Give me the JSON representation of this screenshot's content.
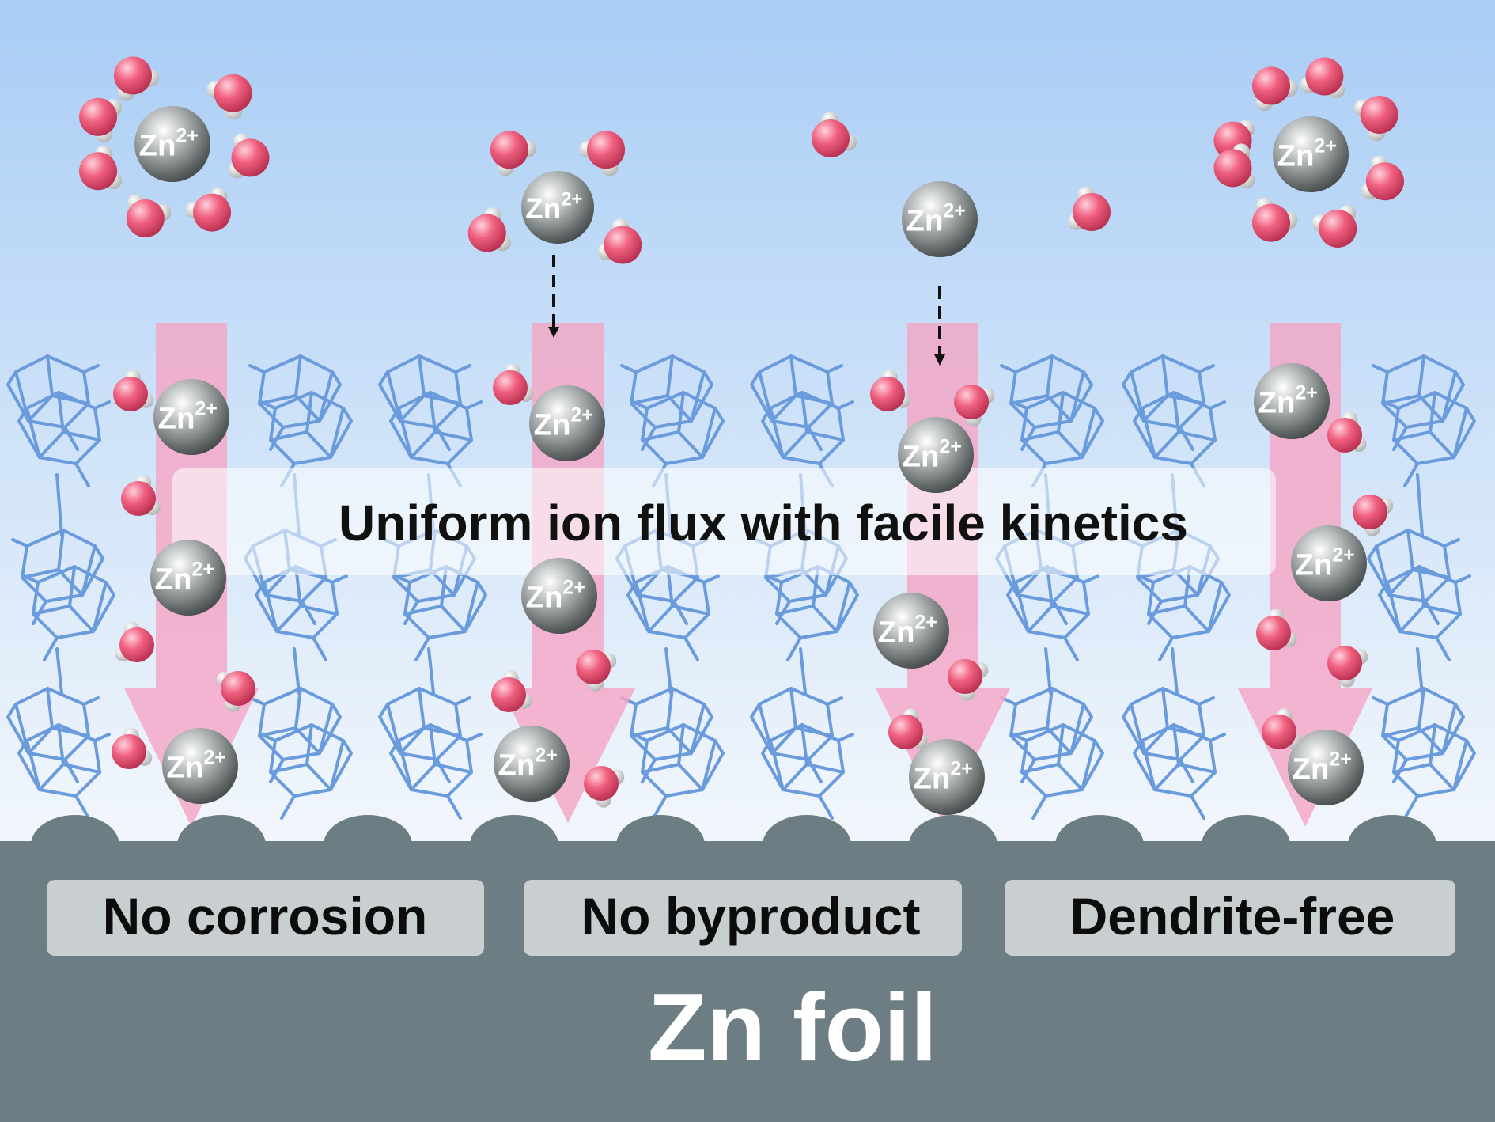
{
  "banner": {
    "text": "Uniform ion flux with facile kinetics"
  },
  "ion_label": {
    "base": "Zn",
    "charge": "2+"
  },
  "badges": [
    {
      "text": "No corrosion"
    },
    {
      "text": "No byproduct"
    },
    {
      "text": "Dendrite-free"
    }
  ],
  "foil": {
    "label": "Zn foil"
  },
  "colors": {
    "sky_top": "#a9cdf5",
    "sky_bottom": "#f3f7fc",
    "framework": "#6a9bdc",
    "flux_arrow": "#f4a6c6",
    "water_oxygen": "#e8557a",
    "water_hydrogen": "#e6e6e6",
    "zn_ion": "#8f9595",
    "foil": "#6c7d84",
    "badge": "#c9cfd1"
  }
}
